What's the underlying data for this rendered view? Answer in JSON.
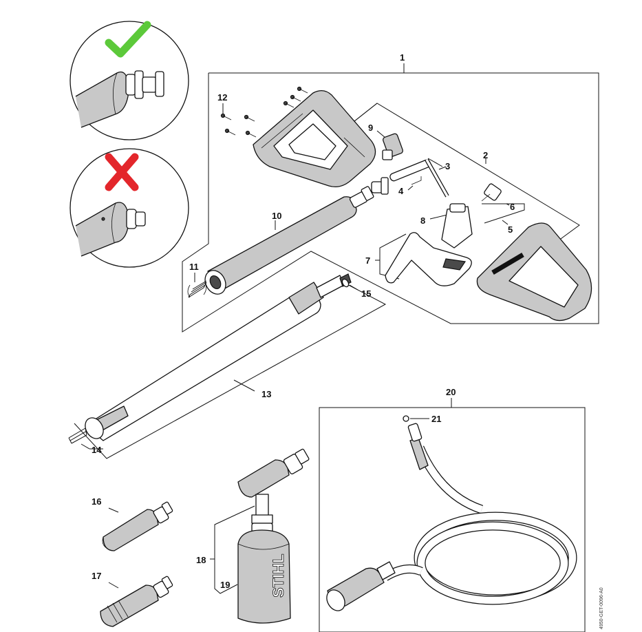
{
  "diagram": {
    "callouts": [
      "1",
      "2",
      "3",
      "4",
      "5",
      "6",
      "7",
      "8",
      "9",
      "10",
      "11",
      "12",
      "13",
      "14",
      "15",
      "16",
      "17",
      "18",
      "19",
      "20",
      "21"
    ],
    "brand_label": "STIHL",
    "document_id": "4950-GET-0096-A0",
    "status_marks": {
      "correct": {
        "icon": "checkmark-icon",
        "color": "#5cc93a"
      },
      "incorrect": {
        "icon": "cross-icon",
        "color": "#e3262b"
      }
    }
  }
}
